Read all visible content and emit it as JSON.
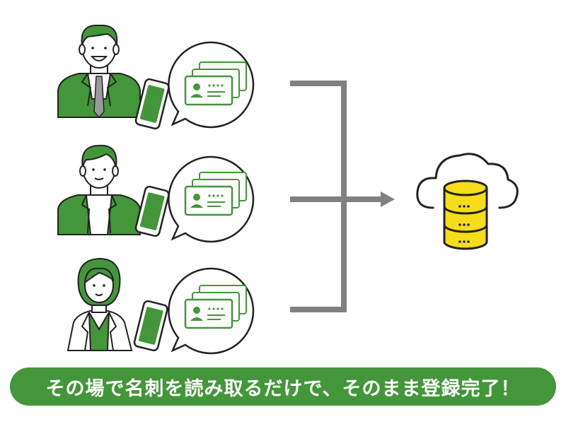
{
  "banner": {
    "text": "その場で名刺を読み取るだけで、そのまま登録完了！"
  },
  "people": [
    {
      "role": "man-in-suit"
    },
    {
      "role": "man-in-blazer"
    },
    {
      "role": "woman"
    }
  ],
  "icons": {
    "person": "person-icon",
    "phone": "smartphone-icon",
    "bubble": "speech-bubble-icon",
    "card": "business-card-icon",
    "arrow": "arrow-right-icon",
    "cloud": "cloud-icon",
    "database": "database-icon"
  },
  "colors": {
    "accent_green": "#43963a",
    "connector_gray": "#808080",
    "database_yellow": "#f5dd1a",
    "outline": "#222222"
  }
}
